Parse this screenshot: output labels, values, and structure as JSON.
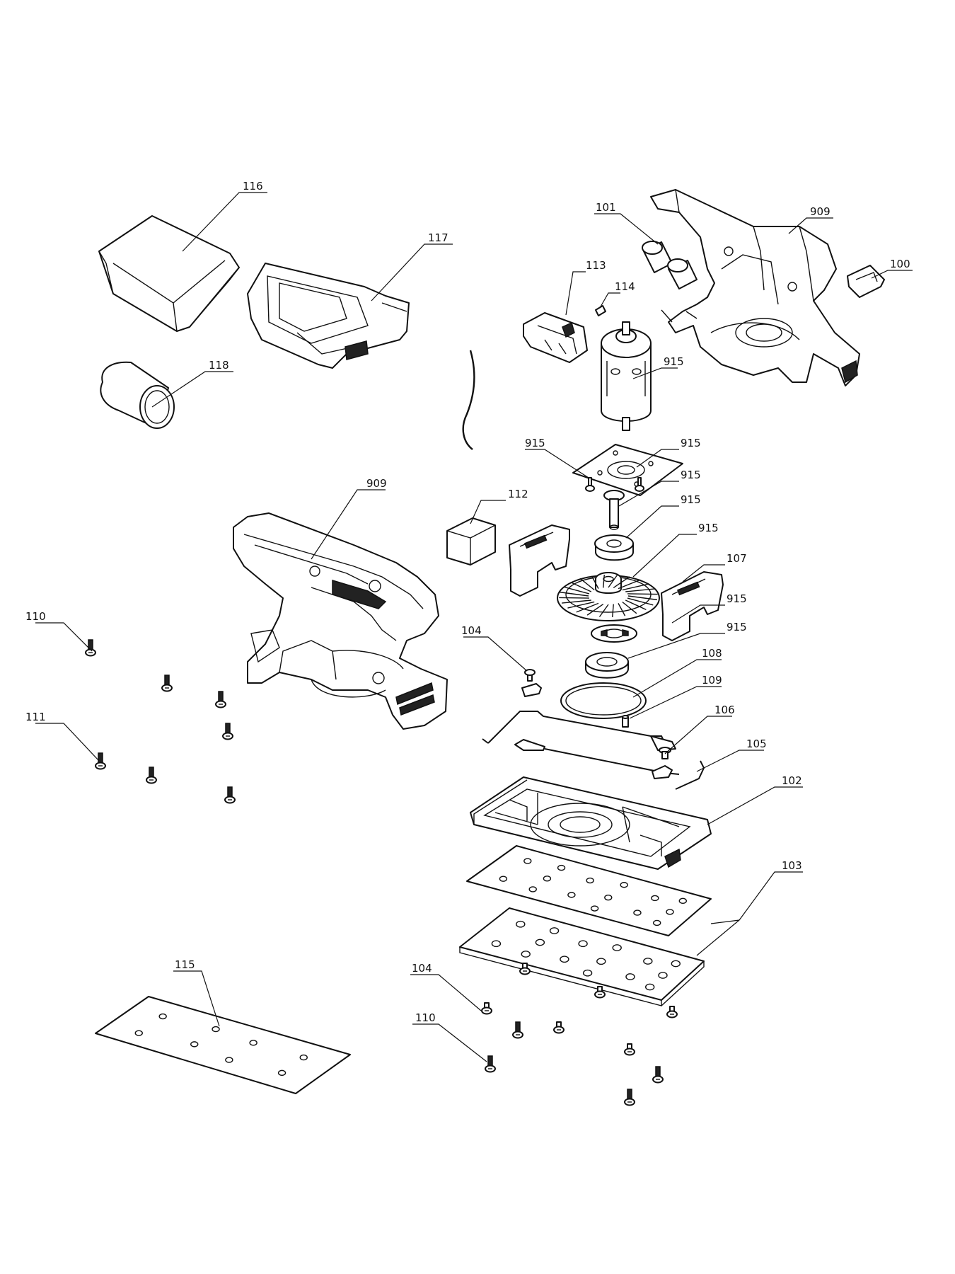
{
  "labels": [
    {
      "id": "l116",
      "text": "116"
    },
    {
      "id": "l117",
      "text": "117"
    },
    {
      "id": "l118",
      "text": "118"
    },
    {
      "id": "l101",
      "text": "101"
    },
    {
      "id": "l909a",
      "text": "909"
    },
    {
      "id": "l100",
      "text": "100"
    },
    {
      "id": "l113",
      "text": "113"
    },
    {
      "id": "l114",
      "text": "114"
    },
    {
      "id": "l915a",
      "text": "915"
    },
    {
      "id": "l915b",
      "text": "915"
    },
    {
      "id": "l915c",
      "text": "915"
    },
    {
      "id": "l915d",
      "text": "915"
    },
    {
      "id": "l915e",
      "text": "915"
    },
    {
      "id": "l915f",
      "text": "915"
    },
    {
      "id": "l915g",
      "text": "915"
    },
    {
      "id": "l915h",
      "text": "915"
    },
    {
      "id": "l112",
      "text": "112"
    },
    {
      "id": "l909b",
      "text": "909"
    },
    {
      "id": "l107",
      "text": "107"
    },
    {
      "id": "l110a",
      "text": "110"
    },
    {
      "id": "l104a",
      "text": "104"
    },
    {
      "id": "l108",
      "text": "108"
    },
    {
      "id": "l109",
      "text": "109"
    },
    {
      "id": "l106",
      "text": "106"
    },
    {
      "id": "l111",
      "text": "111"
    },
    {
      "id": "l105",
      "text": "105"
    },
    {
      "id": "l102",
      "text": "102"
    },
    {
      "id": "l103",
      "text": "103"
    },
    {
      "id": "l115",
      "text": "115"
    },
    {
      "id": "l104b",
      "text": "104"
    },
    {
      "id": "l110b",
      "text": "110"
    }
  ]
}
